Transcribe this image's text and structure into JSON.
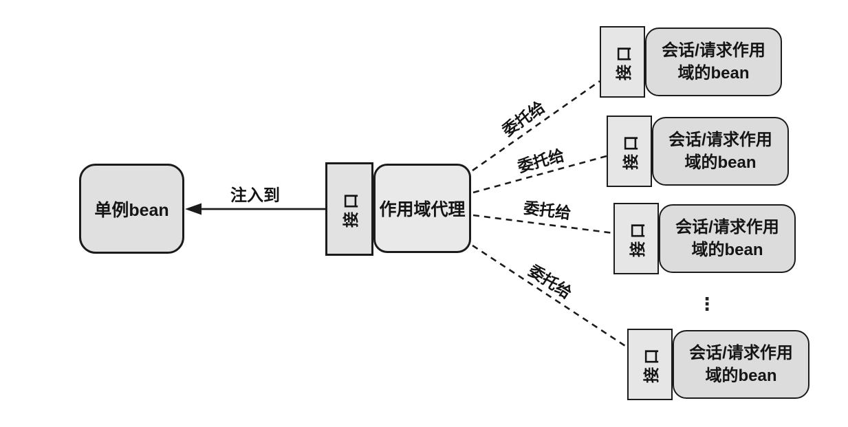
{
  "diagram_title": "scoped-proxy-diagram",
  "colors": {
    "background": "#ffffff",
    "border": "#1b1b1b",
    "singleton_fill": "#e0e0e0",
    "proxy_tab_fill": "#e2e2e2",
    "proxy_main_fill": "#e9e9e9",
    "bean_tab_fill": "#e6e6e6",
    "bean_body_fill": "#dcdcdc"
  },
  "singleton": {
    "label": "单例bean"
  },
  "inject": {
    "label": "注入到"
  },
  "proxy": {
    "interface": "接口",
    "label": "作用域代理"
  },
  "delegates": [
    {
      "label": "委托给"
    },
    {
      "label": "委托给"
    },
    {
      "label": "委托给"
    },
    {
      "label": "委托给"
    }
  ],
  "beans": [
    {
      "interface": "接口",
      "lines": [
        "会话/请求作用",
        "域的bean"
      ]
    },
    {
      "interface": "接口",
      "lines": [
        "会话/请求作用",
        "域的bean"
      ]
    },
    {
      "interface": "接口",
      "lines": [
        "会话/请求作用",
        "域的bean"
      ]
    },
    {
      "interface": "接口",
      "lines": [
        "会话/请求作用",
        "域的bean"
      ]
    }
  ],
  "ellipsis": "⋮"
}
